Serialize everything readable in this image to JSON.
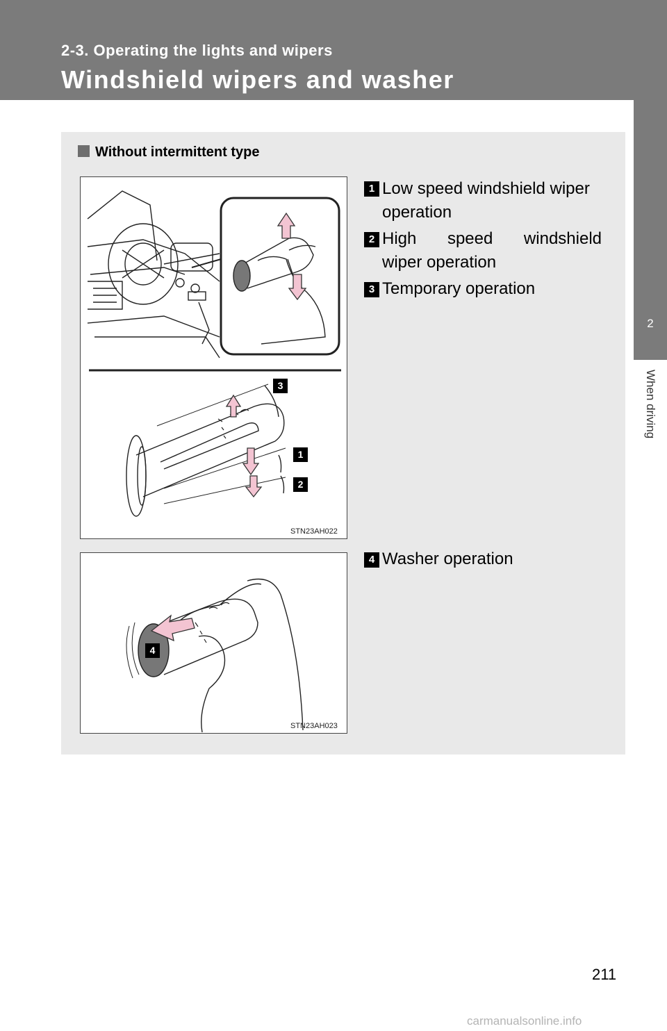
{
  "header": {
    "section_label": "2-3. Operating the lights and wipers",
    "title": "Windshield wipers and washer"
  },
  "side_tab": {
    "chapter_number": "2",
    "chapter_title": "When driving"
  },
  "content": {
    "subheading": "Without intermittent type",
    "figure1": {
      "code": "STN23AH022",
      "callouts": [
        "3",
        "1",
        "2"
      ]
    },
    "figure2": {
      "code": "STN23AH023",
      "callouts": [
        "4"
      ]
    },
    "items": [
      {
        "number": "1",
        "line1": "Low speed windshield wiper",
        "line2": "operation"
      },
      {
        "number": "2",
        "line1": "High speed windshield",
        "line2": "wiper operation"
      },
      {
        "number": "3",
        "line1": "Temporary operation"
      },
      {
        "number": "4",
        "line1": "Washer operation"
      }
    ]
  },
  "footer": {
    "page_number": "211",
    "watermark": "carmanualsonline.info"
  }
}
